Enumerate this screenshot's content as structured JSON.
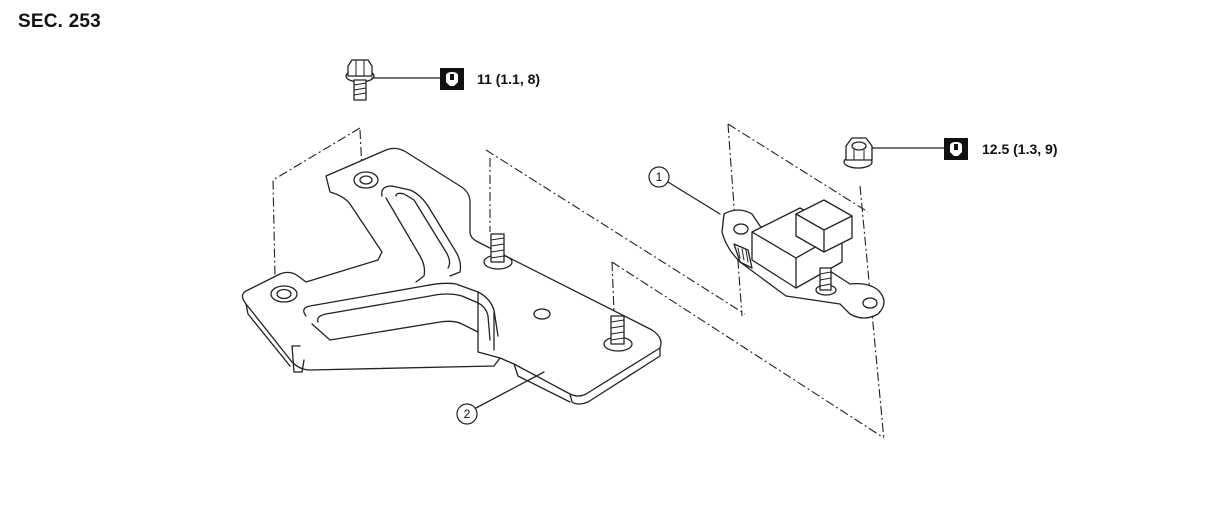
{
  "section": "SEC. 253",
  "torque_specs": [
    {
      "text": "11 (1.1, 8)"
    },
    {
      "text": "12.5 (1.3, 9)"
    }
  ],
  "callouts": [
    {
      "number": "1"
    },
    {
      "number": "2"
    }
  ]
}
